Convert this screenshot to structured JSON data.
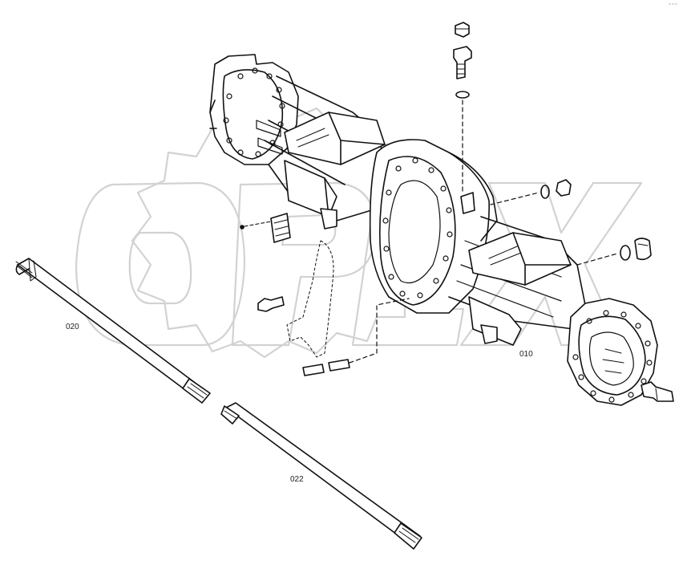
{
  "corner_mark": "~~~",
  "watermark": {
    "text": "OPEX",
    "color": "#d4d4d4"
  },
  "callouts": [
    {
      "id": "housing",
      "number": "010"
    },
    {
      "id": "shaft-long",
      "number": "020"
    },
    {
      "id": "shaft-short",
      "number": "022"
    }
  ],
  "colors": {
    "line": "#111111",
    "paper": "#ffffff",
    "watermark": "#d4d4d4"
  }
}
